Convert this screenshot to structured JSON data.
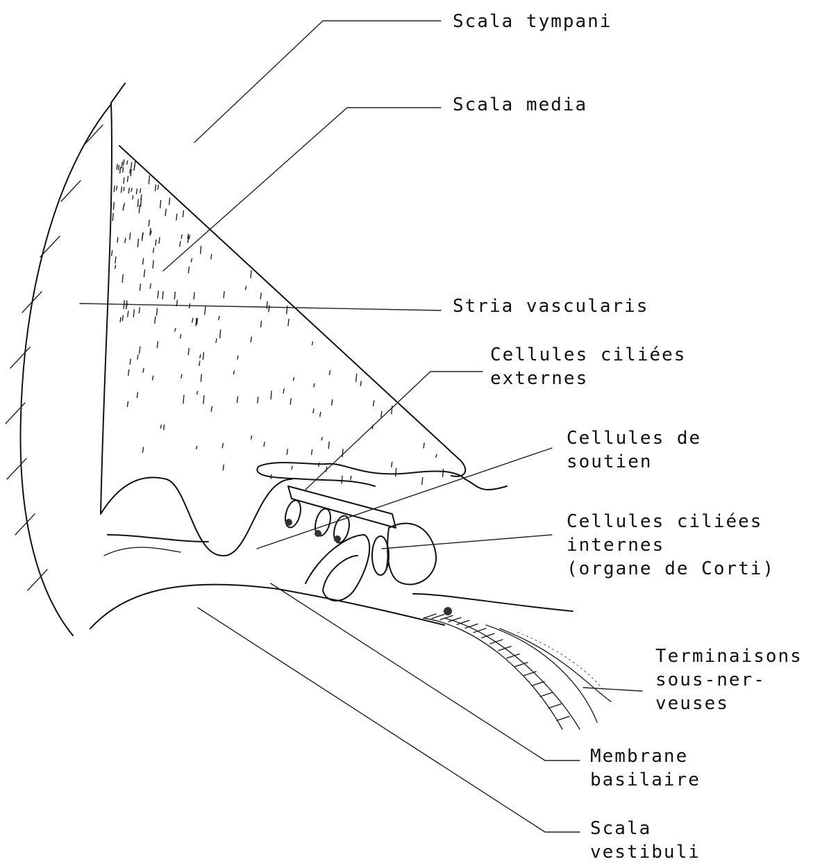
{
  "labels": {
    "scala_tympani": "Scala tympani",
    "scala_media": "Scala media",
    "stria_vascularis": "Stria vascularis",
    "cellules_ciliees_externes": [
      "Cellules ciliées",
      "externes"
    ],
    "cellules_de_soutien": [
      "Cellules de",
      "soutien"
    ],
    "cellules_ciliees_internes": [
      "Cellules ciliées",
      "internes",
      "(organe de Corti)"
    ],
    "terminaisons": [
      "Terminaisons",
      "sous-ner-",
      "veuses"
    ],
    "membrane_basilaire": [
      "Membrane",
      "basilaire"
    ],
    "scala_vestibuli": [
      "Scala",
      "vestibuli"
    ]
  },
  "colors": {
    "ink": "#111111",
    "background": "#ffffff"
  }
}
